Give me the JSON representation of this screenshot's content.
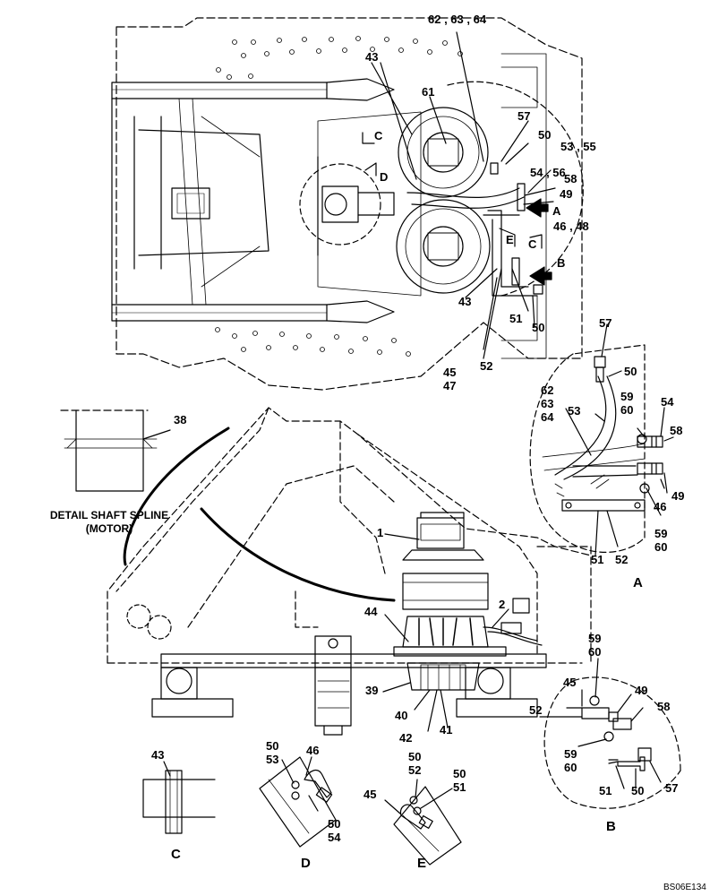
{
  "labels": {
    "c62_64": "62 , 63 , 64",
    "c43a": "43",
    "c61": "61",
    "c57a": "57",
    "c50a": "50",
    "c53_55": "53 , 55",
    "c54_56": "54 , 56",
    "c58a": "58",
    "c49a": "49",
    "c46_48": "46 , 48",
    "c43b": "43",
    "c51a": "51",
    "c50b": "50",
    "c52a": "52",
    "c45a": "45",
    "c47a": "47",
    "cA_top": "A",
    "cB_top": "B",
    "cC_top": "C",
    "cD_top": "D",
    "cE_top": "E",
    "cC_mid": "C",
    "c57b": "57",
    "c50c": "50",
    "c62b": "62",
    "c63b": "63",
    "c64b": "64",
    "c53b": "53",
    "c59a": "59",
    "c60a": "60",
    "c54b": "54",
    "c58b": "58",
    "c46b": "46",
    "c49b": "49",
    "c59b": "59",
    "c60b": "60",
    "c51b": "51",
    "c52b": "52",
    "viewA": "A",
    "c38": "38",
    "detail_1": "DETAIL SHAFT SPLINE",
    "detail_2": "(MOTOR)",
    "c1": "1",
    "c2": "2",
    "c44": "44",
    "c39": "39",
    "c40": "40",
    "c41": "41",
    "c42": "42",
    "c59c": "59",
    "c60c": "60",
    "c45b": "45",
    "c49c": "49",
    "c52c": "52",
    "c58c": "58",
    "c59d": "59",
    "c60d": "60",
    "c51c": "51",
    "c50d": "50",
    "c57c": "57",
    "viewB": "B",
    "c43c": "43",
    "viewC": "C",
    "c50e": "50",
    "c53c": "53",
    "c46c": "46",
    "c50f": "50",
    "c54c": "54",
    "viewD": "D",
    "c50g": "50",
    "c52d": "52",
    "c50h": "50",
    "c51d": "51",
    "c45c": "45",
    "viewE": "E",
    "drawing_code": "BS06E134"
  }
}
